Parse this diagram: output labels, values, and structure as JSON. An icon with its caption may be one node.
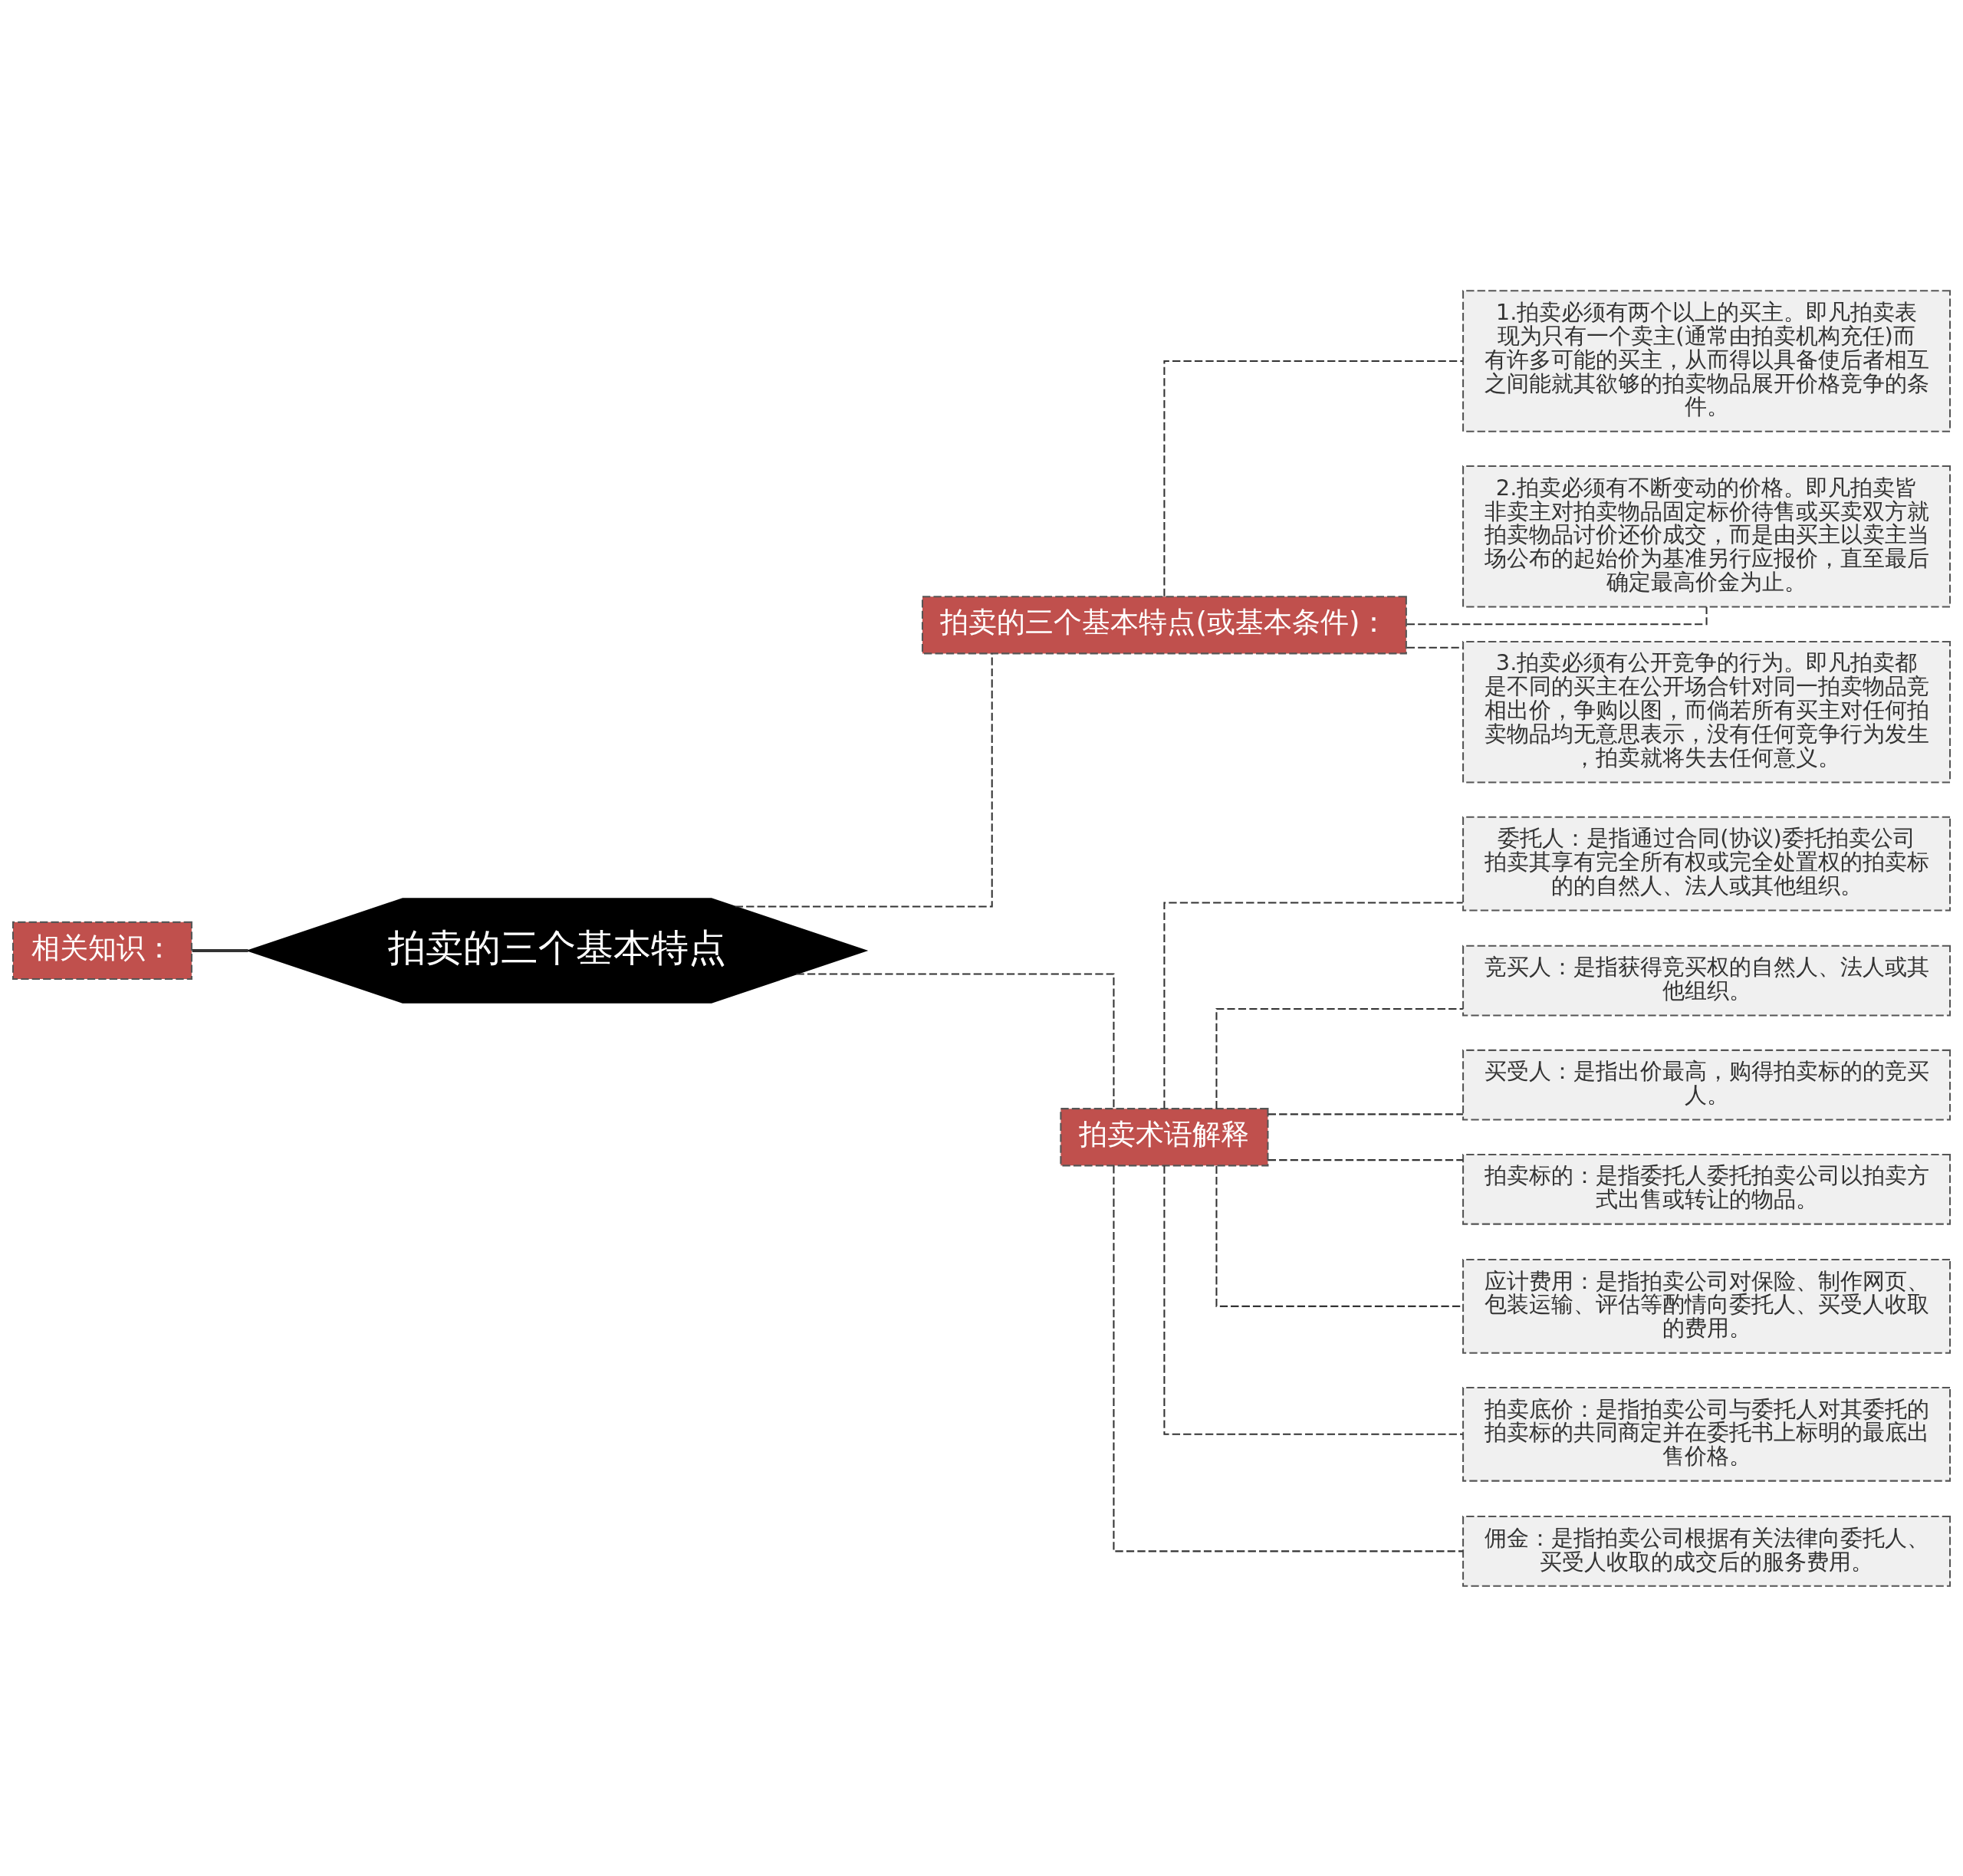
{
  "diagram": {
    "nodes": [
      {
        "text": [
          "相关知识："
        ]
      },
      {
        "text": [
          "拍卖的三个基本特点"
        ]
      },
      {
        "text": [
          "拍卖的三个基本特点(或基本条件)："
        ]
      },
      {
        "text": [
          "1.拍卖必须有两个以上的买主。即凡拍卖表现为只有一个卖主(通常由拍卖机构充任)而有许多可能的买主，从而得以具备使后者相互之间能就其欲够的拍卖物品展开价格竞争的条件。"
        ]
      },
      {
        "text": [
          "2.拍卖必须有不断变动的价格。即凡拍卖皆非卖主对拍卖物品固定标价待售或买卖双方就拍卖物品讨价还价成交，而是由买主以卖主当场公布的起始价为基准另行应报价，直至最后确定最高价金为止。"
        ]
      },
      {
        "text": [
          "3.拍卖必须有公开竞争的行为。即凡拍卖都是不同的买主在公开场合针对同一拍卖物品竞相出价，争购以图，而倘若所有买主对任何拍卖物品均无意思表示，没有任何竞争行为发生，拍卖就将失去任何意义。"
        ]
      },
      {
        "text": [
          "拍卖术语解释"
        ]
      },
      {
        "text": [
          "委托人：是指通过合同(协议)委托拍卖公司拍卖其享有完全所有权或完全处置权的拍卖标的的自然人、法人或其他组织。"
        ]
      },
      {
        "text": [
          "竞买人：是指获得竞买权的自然人、法人或其他组织。"
        ]
      },
      {
        "text": [
          "买受人：是指出价最高，购得拍卖标的的竞买人。"
        ]
      },
      {
        "text": [
          "拍卖标的：是指委托人委托拍卖公司以拍卖方式出售或转让的物品。"
        ]
      },
      {
        "text": [
          "应计费用：是指拍卖公司对保险、制作网页、包装运输、评估等酌情向委托人、买受人收取的费用。"
        ]
      },
      {
        "text": [
          "拍卖底价：是指拍卖公司与委托人对其委托的拍卖标的共同商定并在委托书上标明的最底出售价格。"
        ]
      },
      {
        "text": [
          "佣金：是指拍卖公司根据有关法律向委托人、买受人收取的成交后的服务费用。"
        ]
      }
    ],
    "edges": [
      {
        "from": 0,
        "to": 1,
        "arrow": "none"
      },
      {
        "from": 1,
        "to": 2,
        "arrow": "none",
        "style": "dashed"
      },
      {
        "from": 1,
        "to": 6,
        "arrow": "none",
        "style": "dashed"
      },
      {
        "from": 2,
        "to": 3,
        "arrow": "none",
        "style": "dashed"
      },
      {
        "from": 2,
        "to": 4,
        "arrow": "none",
        "style": "dashed"
      },
      {
        "from": 2,
        "to": 5,
        "arrow": "none",
        "style": "dashed"
      },
      {
        "from": 6,
        "to": 7,
        "arrow": "none",
        "style": "dashed"
      },
      {
        "from": 6,
        "to": 8,
        "arrow": "none",
        "style": "dashed"
      },
      {
        "from": 6,
        "to": 9,
        "arrow": "none",
        "style": "dashed"
      },
      {
        "from": 6,
        "to": 10,
        "arrow": "none",
        "style": "dashed"
      },
      {
        "from": 6,
        "to": 11,
        "arrow": "none",
        "style": "dashed"
      },
      {
        "from": 6,
        "to": 12,
        "arrow": "none",
        "style": "dashed"
      },
      {
        "from": 6,
        "to": 13,
        "arrow": "none",
        "style": "dashed"
      }
    ]
  }
}
